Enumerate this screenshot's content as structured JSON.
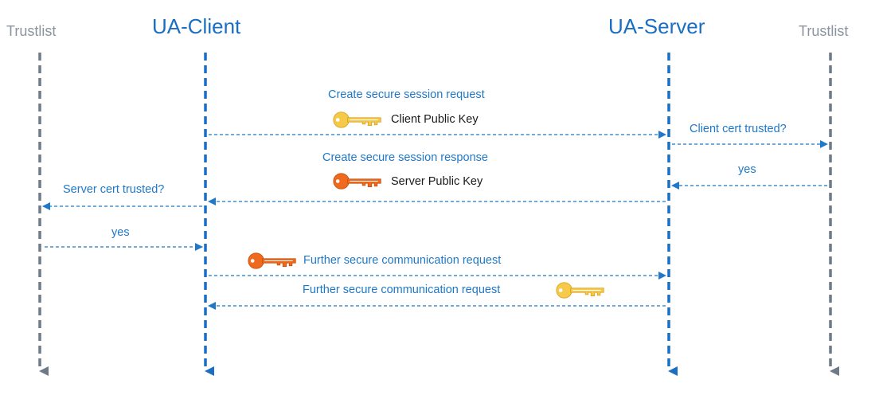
{
  "headers": {
    "trustlist_left": "Trustlist",
    "client": "UA-Client",
    "server": "UA-Server",
    "trustlist_right": "Trustlist"
  },
  "messages": {
    "create_request": "Create secure session request",
    "client_public_key": "Client Public Key",
    "client_cert_trusted": "Client cert trusted?",
    "create_response": "Create secure session response",
    "yes_server": "yes",
    "server_public_key": "Server Public Key",
    "server_cert_trusted": "Server cert trusted?",
    "yes_client": "yes",
    "further_request_1": "Further secure communication request",
    "further_request_2": "Further secure communication request"
  },
  "colors": {
    "lifeline_gray": "#6e7a86",
    "lifeline_blue": "#1a6fc2",
    "message_blue": "#1f78c8",
    "client_key": "#f6c94a",
    "server_key": "#ef6a1f"
  },
  "icons": {
    "client_key_icon": "yellow-key-icon",
    "server_key_icon": "orange-key-icon"
  }
}
